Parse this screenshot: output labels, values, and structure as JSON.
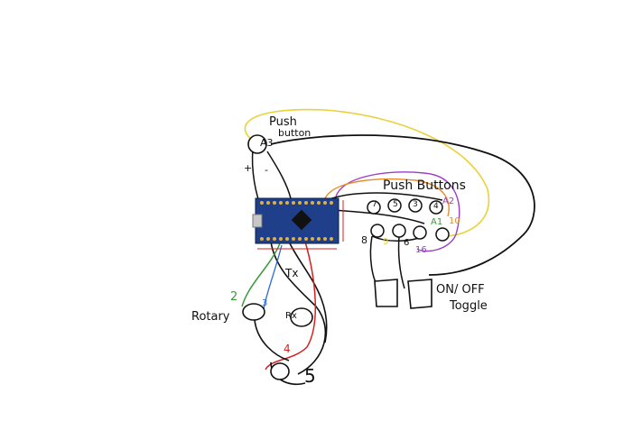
{
  "labels": {
    "push_button_top": "Push",
    "push_button_bottom": "button",
    "push_buttons": "Push Buttons",
    "on_off": "ON/ OFF",
    "toggle": "Toggle",
    "rotary": "Rotary",
    "tx": "Tx",
    "rx": "Rx",
    "a3": "A3",
    "a2": "A2",
    "a1": "A1",
    "pin_7": "7",
    "pin_5": "5",
    "pin_3": "3",
    "pin_4_top": "4",
    "pin_8": "8",
    "pin_9": "9",
    "pin_6": "6",
    "pin_16": "16",
    "pin_10": "10",
    "rotary_2": "2",
    "rotary_3": "3",
    "rotary_4": "4",
    "rotary_5": "5",
    "plus": "+",
    "minus": "-"
  },
  "colors": {
    "wire_black": "#111111",
    "wire_yellow": "#e8d23a",
    "wire_orange": "#e88a2a",
    "wire_purple": "#9a3fc4",
    "wire_red": "#d42020",
    "wire_green": "#3a9a3a",
    "wire_blue": "#2a6ad4",
    "board_blue": "#1f3f8a"
  }
}
